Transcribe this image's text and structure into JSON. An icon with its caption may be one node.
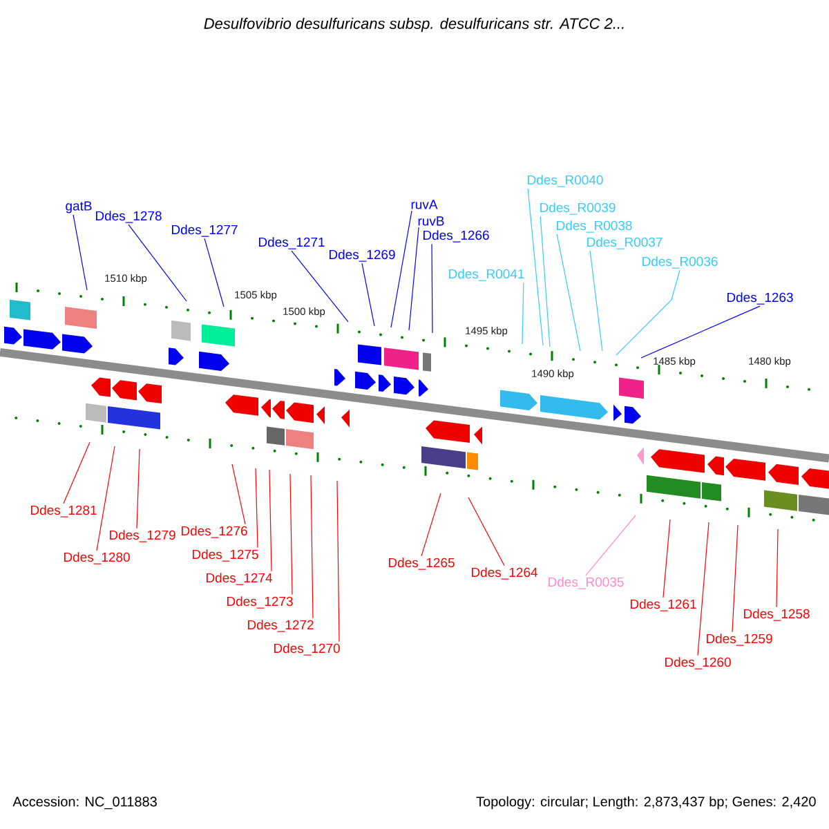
{
  "diagram": {
    "title": "Desulfovibrio desulfuricans subsp. desulfuricans str. ATCC 2...",
    "nodes": [
      {
        "text": [
          "gatB"
        ]
      },
      {
        "text": [
          "Ddes_1278"
        ]
      },
      {
        "text": [
          "Ddes_1277"
        ]
      },
      {
        "text": [
          "Ddes_1271"
        ]
      },
      {
        "text": [
          "Ddes_1269"
        ]
      },
      {
        "text": [
          "ruvA"
        ]
      },
      {
        "text": [
          "ruvB"
        ]
      },
      {
        "text": [
          "Ddes_1266"
        ]
      },
      {
        "text": [
          "Ddes_R0040"
        ]
      },
      {
        "text": [
          "Ddes_R0039"
        ]
      },
      {
        "text": [
          "Ddes_R0038"
        ]
      },
      {
        "text": [
          "Ddes_R0037"
        ]
      },
      {
        "text": [
          "Ddes_R0036"
        ]
      },
      {
        "text": [
          "Ddes_R0041"
        ]
      },
      {
        "text": [
          "Ddes_1263"
        ]
      },
      {
        "text": [
          "Ddes_1281"
        ]
      },
      {
        "text": [
          "Ddes_1280"
        ]
      },
      {
        "text": [
          "Ddes_1279"
        ]
      },
      {
        "text": [
          "Ddes_1276"
        ]
      },
      {
        "text": [
          "Ddes_1275"
        ]
      },
      {
        "text": [
          "Ddes_1274"
        ]
      },
      {
        "text": [
          "Ddes_1273"
        ]
      },
      {
        "text": [
          "Ddes_1272"
        ]
      },
      {
        "text": [
          "Ddes_1270"
        ]
      },
      {
        "text": [
          "Ddes_1265"
        ]
      },
      {
        "text": [
          "Ddes_1264"
        ]
      },
      {
        "text": [
          "Ddes_R0035"
        ]
      },
      {
        "text": [
          "Ddes_1261"
        ]
      },
      {
        "text": [
          "Ddes_1260"
        ]
      },
      {
        "text": [
          "Ddes_1259"
        ]
      },
      {
        "text": [
          "Ddes_1258"
        ]
      }
    ],
    "edges": [
      {
        "from": 0,
        "to": null,
        "arrow": "none",
        "color": "#0000ff"
      },
      {
        "from": 1,
        "to": null,
        "arrow": "none",
        "color": "#0000ff"
      },
      {
        "from": 2,
        "to": null,
        "arrow": "none",
        "color": "#0000ff"
      },
      {
        "from": 3,
        "to": null,
        "arrow": "none",
        "color": "#0000ff"
      },
      {
        "from": 4,
        "to": null,
        "arrow": "none",
        "color": "#0000ff"
      },
      {
        "from": 5,
        "to": null,
        "arrow": "none",
        "color": "#0000ff"
      },
      {
        "from": 6,
        "to": null,
        "arrow": "none",
        "color": "#0000ff"
      },
      {
        "from": 7,
        "to": null,
        "arrow": "none",
        "color": "#0000ff"
      },
      {
        "from": 8,
        "to": null,
        "arrow": "none",
        "color": "#33ccff"
      },
      {
        "from": 9,
        "to": null,
        "arrow": "none",
        "color": "#33ccff"
      },
      {
        "from": 10,
        "to": null,
        "arrow": "none",
        "color": "#33ccff"
      },
      {
        "from": 11,
        "to": null,
        "arrow": "none",
        "color": "#33ccff"
      },
      {
        "from": 12,
        "to": null,
        "arrow": "none",
        "color": "#33ccff"
      },
      {
        "from": 13,
        "to": null,
        "arrow": "none",
        "color": "#33ccff"
      },
      {
        "from": 14,
        "to": null,
        "arrow": "none",
        "color": "#0000ff"
      },
      {
        "from": 15,
        "to": null,
        "arrow": "none"
      },
      {
        "from": 16,
        "to": null,
        "arrow": "none"
      },
      {
        "from": 17,
        "to": null,
        "arrow": "none"
      },
      {
        "from": 18,
        "to": null,
        "arrow": "none"
      },
      {
        "from": 19,
        "to": null,
        "arrow": "none"
      },
      {
        "from": 20,
        "to": null,
        "arrow": "none"
      },
      {
        "from": 21,
        "to": null,
        "arrow": "none"
      },
      {
        "from": 22,
        "to": null,
        "arrow": "none"
      },
      {
        "from": 23,
        "to": null,
        "arrow": "none"
      },
      {
        "from": 24,
        "to": null,
        "arrow": "none"
      },
      {
        "from": 25,
        "to": null,
        "arrow": "none"
      },
      {
        "from": 26,
        "to": null,
        "arrow": "none",
        "color": "#ff88cc"
      },
      {
        "from": 27,
        "to": null,
        "arrow": "none"
      },
      {
        "from": 28,
        "to": null,
        "arrow": "none"
      },
      {
        "from": 29,
        "to": null,
        "arrow": "none"
      },
      {
        "from": 30,
        "to": null,
        "arrow": "none"
      }
    ],
    "labels": [
      "1510 kbp",
      "1505 kbp",
      "1500 kbp",
      "1495 kbp",
      "1490 kbp",
      "1485 kbp",
      "1480 kbp",
      "Accession: NC_011883",
      "Topology: circular; Length: 2,873,437 bp; Genes: 2,420"
    ]
  }
}
